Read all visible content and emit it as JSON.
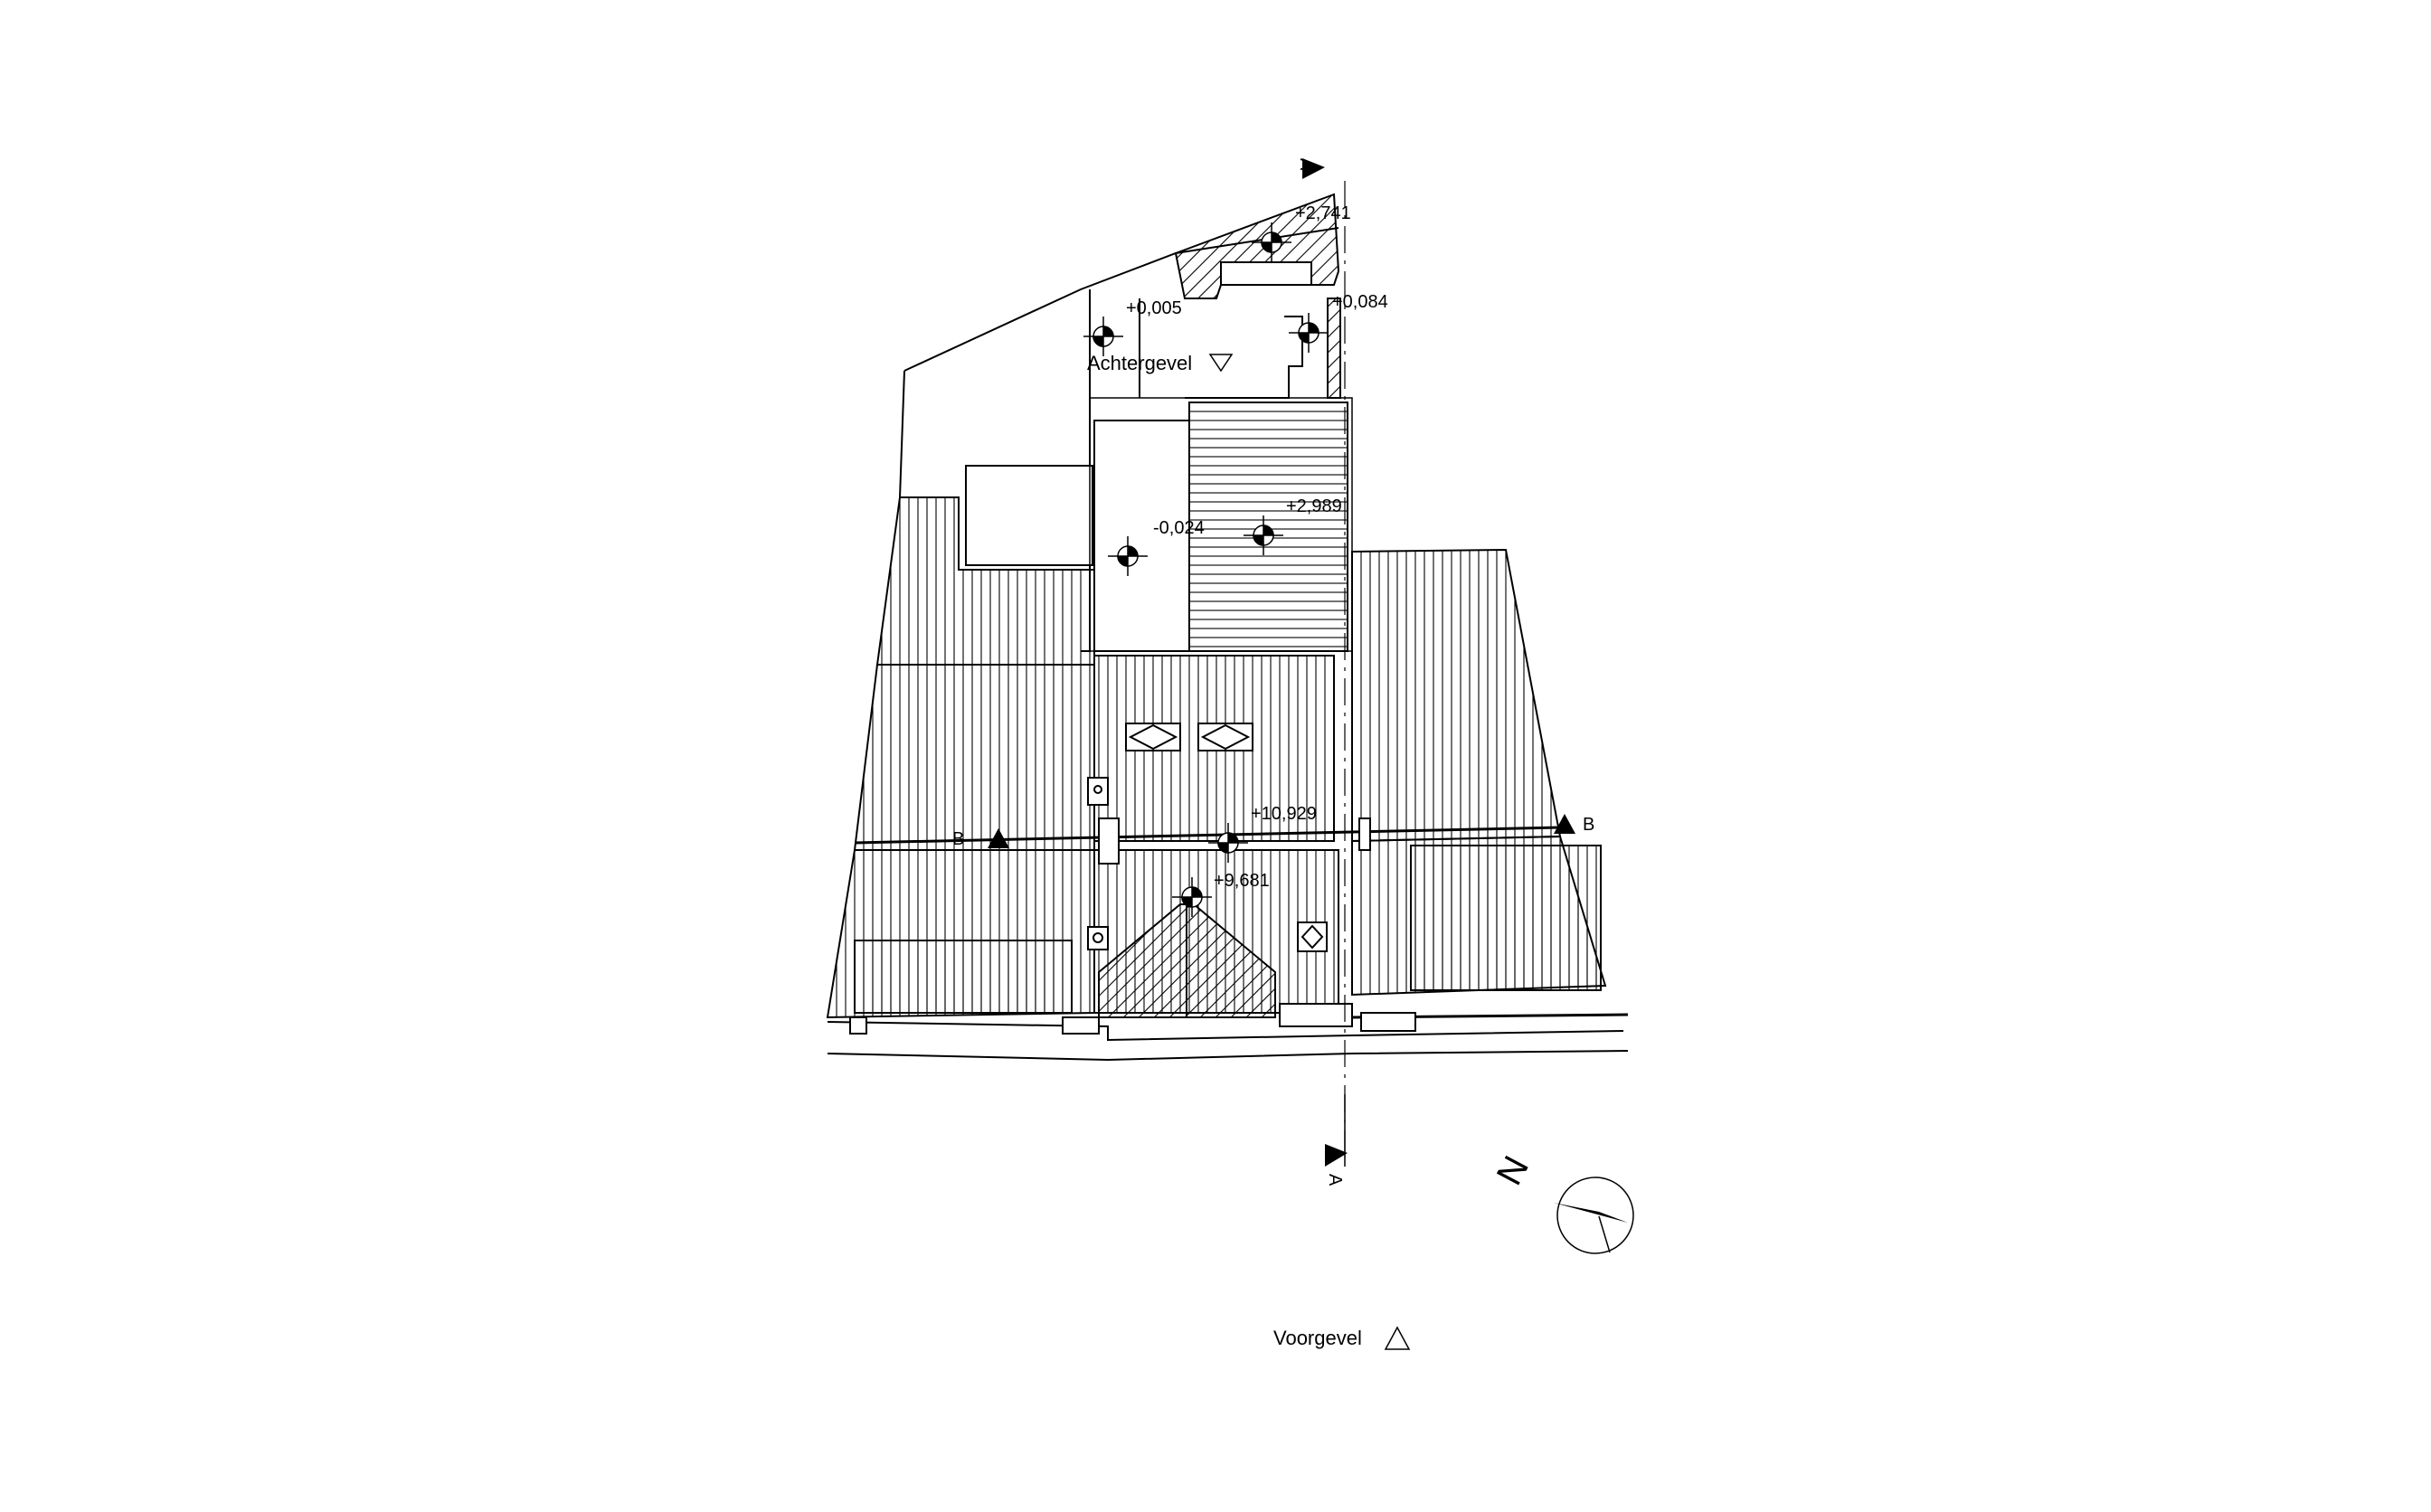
{
  "plan": {
    "elevation_labels": {
      "rear": "Achtergevel",
      "front": "Voorgevel"
    },
    "section_markers": {
      "a": "A",
      "b": "B"
    },
    "north_label": "N",
    "levels": [
      "+2,741",
      "+0,005",
      "+0,084",
      "-0,024",
      "+2,989",
      "+10,929",
      "+9,681"
    ]
  },
  "colors": {
    "line": "#000000",
    "background": "#ffffff"
  }
}
